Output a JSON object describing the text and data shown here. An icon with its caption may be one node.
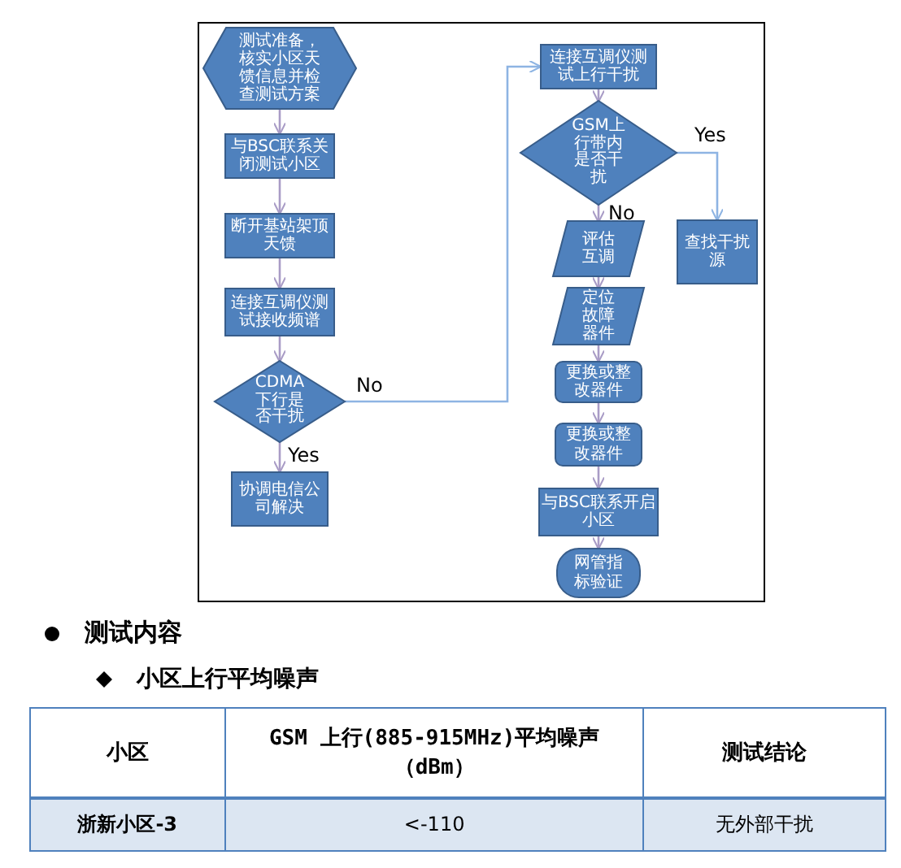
{
  "diagram": {
    "nodes": [
      {
        "text": [
          "测试准备，核实小区天馈信息并检查测试方案"
        ]
      },
      {
        "text": [
          "与BSC联系关闭测试小区"
        ]
      },
      {
        "text": [
          "断开基站架顶天馈"
        ]
      },
      {
        "text": [
          "连接互调仪测试接收频谱"
        ]
      },
      {
        "text": [
          "CDMA下行是否干扰"
        ]
      },
      {
        "text": [
          "协调电信公司解决"
        ]
      },
      {
        "text": [
          "连接互调仪测试上行干扰"
        ]
      },
      {
        "text": [
          "GSM上行带内是否干扰"
        ]
      },
      {
        "text": [
          "查找干扰源"
        ]
      },
      {
        "text": [
          "评估互调"
        ]
      },
      {
        "text": [
          "定位故障器件"
        ]
      },
      {
        "text": [
          "更换或整改器件"
        ]
      },
      {
        "text": [
          "更换或整改器件"
        ]
      },
      {
        "text": [
          "与BSC联系开启小区"
        ]
      },
      {
        "text": [
          "网管指标验证"
        ]
      }
    ],
    "edges": [
      {
        "from": 0,
        "to": 1,
        "arrow": "to"
      },
      {
        "from": 1,
        "to": 2,
        "arrow": "to"
      },
      {
        "from": 2,
        "to": 3,
        "arrow": "to"
      },
      {
        "from": 3,
        "to": 4,
        "arrow": "to"
      },
      {
        "from": 4,
        "to": 5,
        "arrow": "to",
        "label": "Yes"
      },
      {
        "from": 4,
        "to": 6,
        "arrow": "to",
        "label": "No",
        "color": "#8eb4e3"
      },
      {
        "from": 6,
        "to": 7,
        "arrow": "to"
      },
      {
        "from": 7,
        "to": 8,
        "arrow": "to",
        "label": "Yes",
        "color": "#8eb4e3"
      },
      {
        "from": 7,
        "to": 9,
        "arrow": "to",
        "label": "No"
      },
      {
        "from": 9,
        "to": 10,
        "arrow": "to"
      },
      {
        "from": 10,
        "to": 11,
        "arrow": "to"
      },
      {
        "from": 11,
        "to": 12,
        "arrow": "to"
      },
      {
        "from": 12,
        "to": 13,
        "arrow": "to"
      },
      {
        "from": 13,
        "to": 14,
        "arrow": "to"
      }
    ],
    "labels": [
      "测试内容",
      "小区上行平均噪声",
      "小区",
      "GSM 上行(885-915MHz)平均噪声（dBm）",
      "测试结论",
      "浙新小区-3",
      "<-110",
      "无外部干扰"
    ]
  }
}
